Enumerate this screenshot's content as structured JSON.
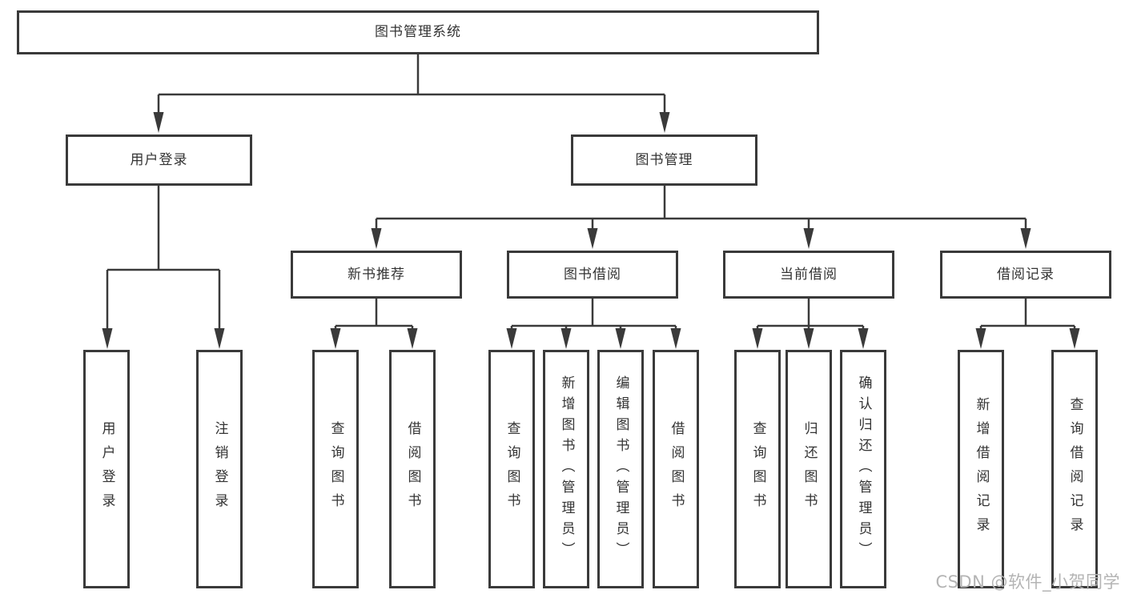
{
  "tree": {
    "root": {
      "label": "图书管理系统"
    },
    "user_login": {
      "label": "用户登录",
      "children": {
        "login": {
          "label": "用户登录"
        },
        "logout": {
          "label": "注销登录"
        }
      }
    },
    "book_mgmt": {
      "label": "图书管理",
      "children": {
        "new_book": {
          "label": "新书推荐",
          "children": {
            "query": {
              "label": "查询图书"
            },
            "borrow": {
              "label": "借阅图书"
            }
          }
        },
        "borrowing": {
          "label": "图书借阅",
          "children": {
            "query": {
              "label": "查询图书"
            },
            "add": {
              "label": "新增图书（管理员）"
            },
            "edit": {
              "label": "编辑图书（管理员）"
            },
            "borrow": {
              "label": "借阅图书"
            }
          }
        },
        "current": {
          "label": "当前借阅",
          "children": {
            "query": {
              "label": "查询图书"
            },
            "return": {
              "label": "归还图书"
            },
            "confirm": {
              "label": "确认归还（管理员）"
            }
          }
        },
        "records": {
          "label": "借阅记录",
          "children": {
            "add": {
              "label": "新增借阅记录"
            },
            "query": {
              "label": "查询借阅记录"
            }
          }
        }
      }
    }
  },
  "watermark": "CSDN @软件_小贺同学",
  "colors": {
    "line": "#3a3a3a",
    "text": "#333333",
    "watermark": "#b4b4b4",
    "background": "#ffffff"
  }
}
